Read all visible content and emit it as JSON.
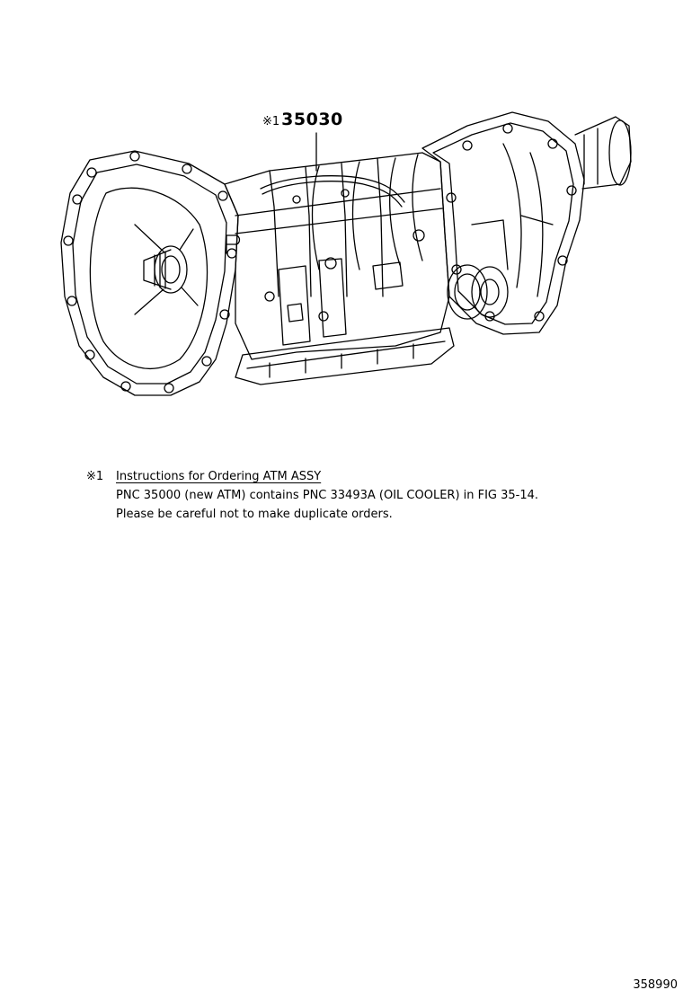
{
  "callout": {
    "mark": "※1",
    "part_number": "35030"
  },
  "note": {
    "mark": "※1",
    "title": "Instructions for Ordering ATM ASSY",
    "line1": "PNC 35000 (new ATM) contains PNC 33493A (OIL COOLER) in FIG 35-14.",
    "line2": "Please be careful not to make duplicate orders."
  },
  "figure_number": "358990"
}
